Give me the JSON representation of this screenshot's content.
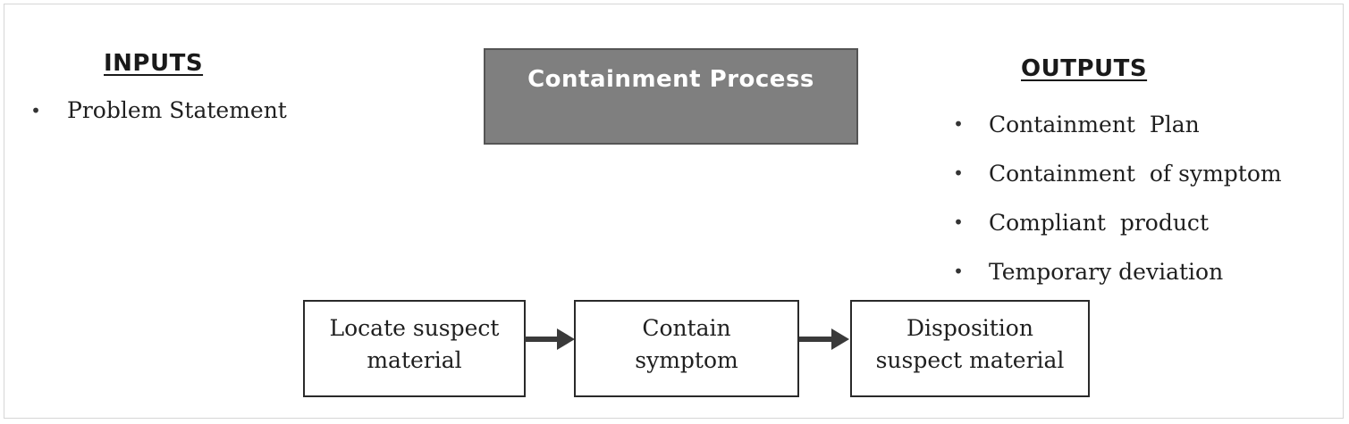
{
  "inputs": {
    "heading": "INPUTS",
    "items": [
      {
        "label": "Problem Statement"
      }
    ]
  },
  "title": "Containment Process",
  "outputs": {
    "heading": "OUTPUTS",
    "items": [
      {
        "label": "Containment  Plan"
      },
      {
        "label": "Containment  of symptom"
      },
      {
        "label": "Compliant  product"
      },
      {
        "label": "Temporary deviation"
      }
    ]
  },
  "steps": [
    {
      "label": "Locate suspect\nmaterial"
    },
    {
      "label": "Contain\nsymptom"
    },
    {
      "label": "Disposition\nsuspect material"
    }
  ],
  "bullet_glyph": "•",
  "colors": {
    "title_box_fill": "#7f7f7f",
    "title_text": "#ffffff",
    "box_border": "#2a2a2a",
    "arrow": "#3a3a3a"
  },
  "icons": {
    "flow_arrow": "right-arrow-icon"
  }
}
